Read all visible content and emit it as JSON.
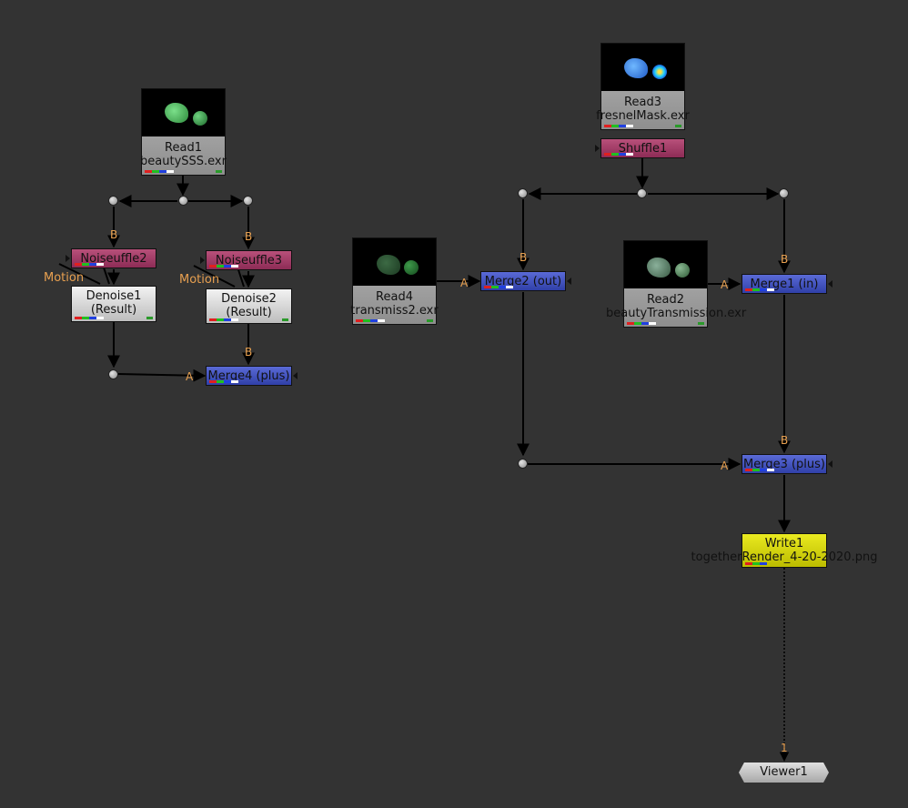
{
  "nodes": {
    "read1": {
      "name": "Read1",
      "file": "beautySSS.exr"
    },
    "read2": {
      "name": "Read2",
      "file": "beautyTransmission.exr"
    },
    "read3": {
      "name": "Read3",
      "file": "fresnelMask.exr"
    },
    "read4": {
      "name": "Read4",
      "file": "transmiss2.exr"
    },
    "shuffle1": {
      "name": "Shuffle1"
    },
    "shuffle2": {
      "name": "Noiseuffle2"
    },
    "shuffle3": {
      "name": "Noiseuffle3"
    },
    "denoise1": {
      "name": "Denoise1",
      "sub": "(Result)"
    },
    "denoise2": {
      "name": "Denoise2",
      "sub": "(Result)"
    },
    "merge1": {
      "name": "Merge1 (in)"
    },
    "merge2": {
      "name": "Merge2 (out)"
    },
    "merge3": {
      "name": "Merge3 (plus)"
    },
    "merge4": {
      "name": "Merge4 (plus)"
    },
    "write1": {
      "name": "Write1",
      "file": "togetherRender_4-20-2020.png"
    },
    "viewer1": {
      "name": "Viewer1"
    }
  },
  "pipe_labels": {
    "a": "A",
    "b": "B",
    "motion": "Motion",
    "one": "1"
  },
  "colors": {
    "background": "#333333",
    "read": "#a0a0a0",
    "shuffle": "#a03e68",
    "merge": "#4454c4",
    "write": "#d4d410",
    "denoise": "#dcdcdc",
    "pipe_label": "#e8a050"
  }
}
